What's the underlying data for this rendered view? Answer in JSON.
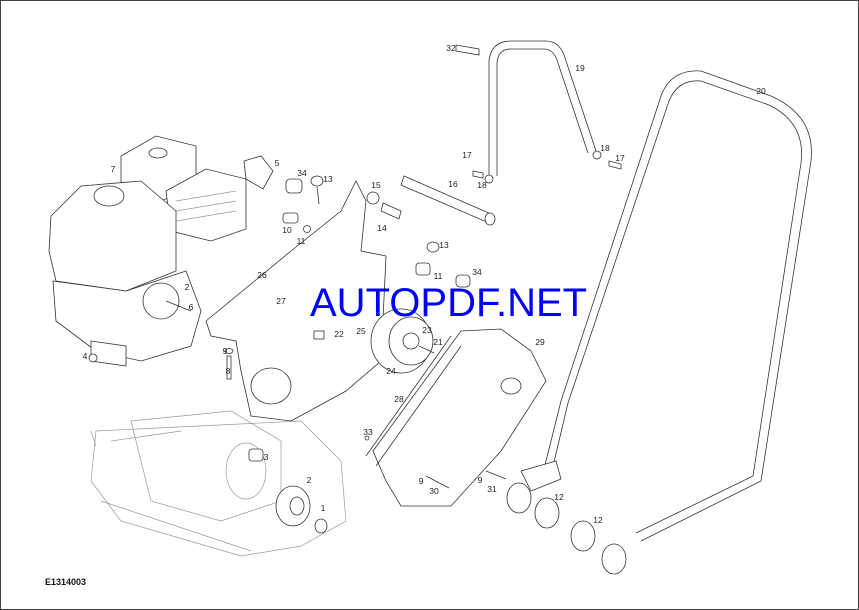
{
  "drawing_code": "E1314003",
  "watermark": "AUTOPDF.NET",
  "callouts": [
    "32",
    "19",
    "20",
    "7",
    "5",
    "34",
    "13",
    "15",
    "16",
    "17",
    "18",
    "18",
    "17",
    "10",
    "11",
    "14",
    "13",
    "34",
    "26",
    "27",
    "2",
    "6",
    "25",
    "22",
    "23",
    "21",
    "24",
    "29",
    "9",
    "8",
    "4",
    "28",
    "33",
    "3",
    "2",
    "1",
    "9",
    "30",
    "9",
    "31",
    "12",
    "12",
    "11"
  ]
}
